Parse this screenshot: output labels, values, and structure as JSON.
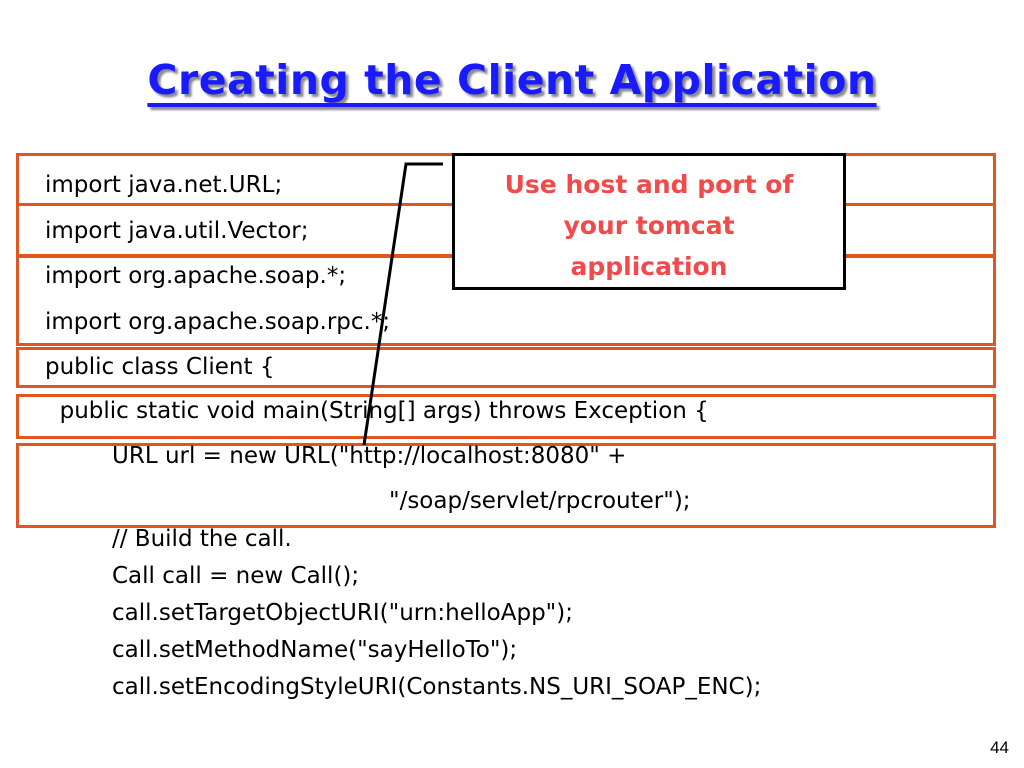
{
  "slide": {
    "title": "Creating the Client Application",
    "page_number": "44",
    "colors": {
      "title": "#1a1aff",
      "box_border": "#e0561f",
      "callout_text": "#f04a4a",
      "callout_border": "#000000"
    }
  },
  "code": {
    "lines": [
      "import java.net.URL;",
      "import java.util.Vector;",
      "import org.apache.soap.*;",
      "import org.apache.soap.rpc.*;",
      "public class Client {",
      "  public static void main(String[] args) throws Exception {",
      "URL url = new URL(\"http://localhost:8080\" +",
      "\"/soap/servlet/rpcrouter\");",
      "// Build the call.",
      "Call call = new Call();",
      "call.setTargetObjectURI(\"urn:helloApp\");",
      "call.setMethodName(\"sayHelloTo\");",
      "call.setEncodingStyleURI(Constants.NS_URI_SOAP_ENC);"
    ]
  },
  "callout": {
    "lines": [
      "Use host and port of",
      "your tomcat",
      "application"
    ]
  }
}
